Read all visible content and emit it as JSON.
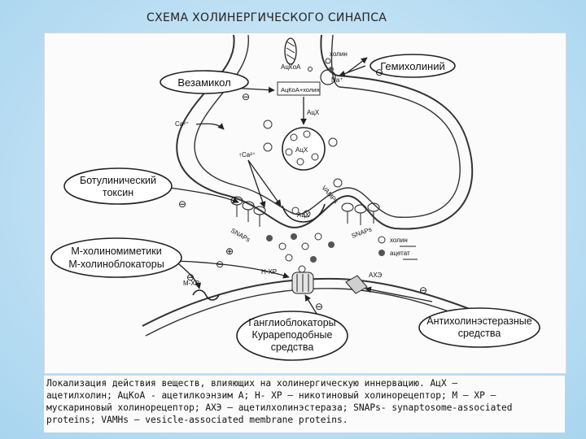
{
  "slide": {
    "title": "СХЕМА ХОЛИНЕРГИЧЕСКОГО СИНАПСА"
  },
  "diagram": {
    "ellipse_labels": {
      "vezamikol": "Везамикол",
      "gemicholinium": "Гемихолиний",
      "botulinum_line1": "Ботулинический",
      "botulinum_line2": "токсин",
      "m_line1": "М-холиномиметики",
      "m_line2": "М-холиноблокаторы",
      "gangl_line1": "Ганглиоблокаторы",
      "gangl_line2": "Курареподобные",
      "gangl_line3": "средства",
      "anticholin_line1": "Антихолинэстеразные",
      "anticholin_line2": "средства"
    },
    "small_labels": {
      "holin_top": "холин",
      "acoa": "АцКоА",
      "na": "Na⁺",
      "acoa_holin": "АцКоА+холин",
      "acx_arrow": "АцХ",
      "acx_vesicle": "АцХ",
      "acx_cleft": "АцХ",
      "ca_in": "Ca²⁺",
      "ca_up": "↑Ca²⁺",
      "vamps": "VAMPs",
      "snaps_left": "SNAPs",
      "snaps_right": "SNAPs",
      "legend_holin": "холин",
      "legend_acetate": "ацетат",
      "m_xr": "М-ХР",
      "n_xr": "Н-ХР",
      "ache": "АХЭ"
    },
    "signs": {
      "minus": "⊖",
      "plus": "⊕"
    }
  },
  "caption": {
    "line1": "Локализация действия веществ, влияющих на холинергическую иннервацию. АцХ –",
    "line2": "ацетилхолин; АцКоА - ацетилкоэнзим А; Н- ХР – никотиновый холинорецептор; М – ХР –",
    "line3": "мускариновый холинорецептор; АХЭ – ацетилхолинэстераза; SNAPs- synaptosome-associated",
    "line4": "proteins; VAMHs – vesicle-associated membrane proteins."
  }
}
